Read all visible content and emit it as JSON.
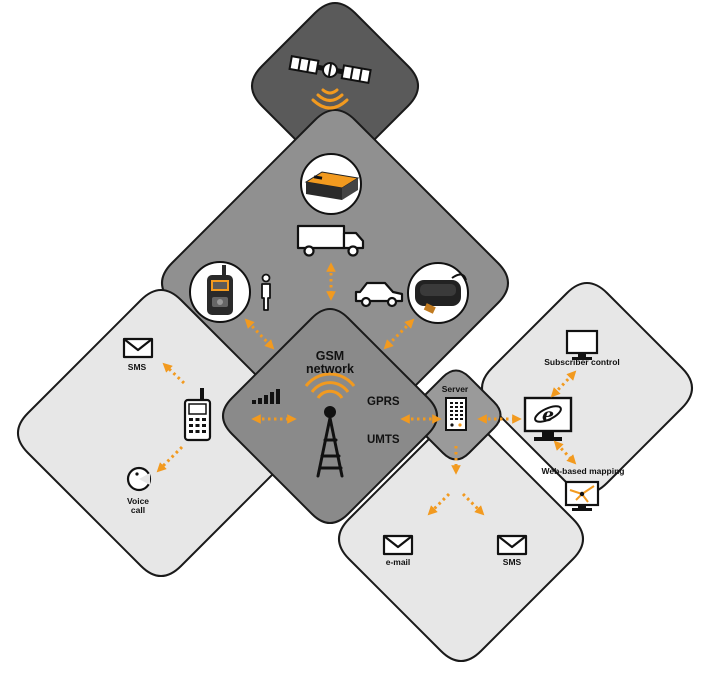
{
  "diagram": {
    "hub": {
      "title_line1": "GSM",
      "title_line2": "network"
    },
    "protocols": {
      "gprs": "GPRS",
      "umts": "UMTS"
    },
    "server": {
      "label": "Server"
    },
    "left_panel": {
      "sms": "SMS",
      "voice_line1": "Voice",
      "voice_line2": "call"
    },
    "right_panel": {
      "subscriber_control": "Subscriber control",
      "web_mapping": "Web-based mapping"
    },
    "bottom_panel": {
      "email": "e-mail",
      "sms": "SMS"
    },
    "colors": {
      "accent": "#f29a1f",
      "dark_panel": "#5a5a5a",
      "mid_panel": "#8a8a8a",
      "light_panel": "#e7e7e7",
      "outline": "#1a1a1a"
    }
  }
}
